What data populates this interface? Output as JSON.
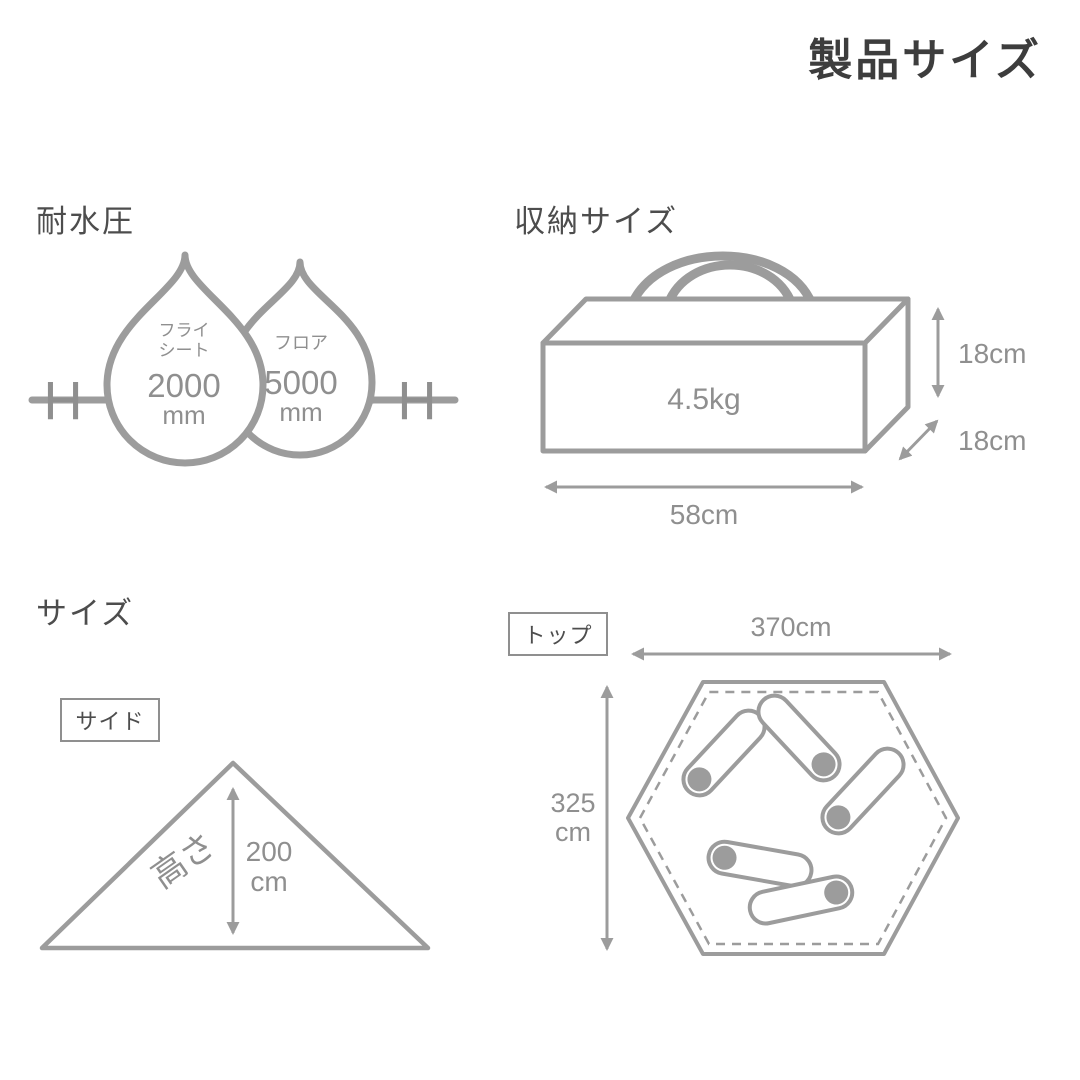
{
  "page": {
    "title": "製品サイズ"
  },
  "colors": {
    "line_art": "#9c9c9c",
    "label_text": "#8f8f8f",
    "heading_text": "#4d4d4d",
    "title_text": "#3d3d3d"
  },
  "water_resistance": {
    "heading": "耐水圧",
    "left_mark": "H",
    "right_mark": "H",
    "drops": [
      {
        "label_line1": "フライ",
        "label_line2": "シート",
        "value": "2000",
        "unit": "mm"
      },
      {
        "label_line1": "フロア",
        "value": "5000",
        "unit": "mm"
      }
    ]
  },
  "packed_size": {
    "heading": "収納サイズ",
    "weight": "4.5kg",
    "height": "18cm",
    "depth": "18cm",
    "length": "58cm"
  },
  "size_section": {
    "heading": "サイズ",
    "side_view": {
      "tag": "サイド",
      "height_label": "高さ",
      "height_value": "200",
      "height_unit": "cm"
    },
    "top_view": {
      "tag": "トップ",
      "width": "370cm",
      "depth_value": "325",
      "depth_unit": "cm"
    }
  }
}
